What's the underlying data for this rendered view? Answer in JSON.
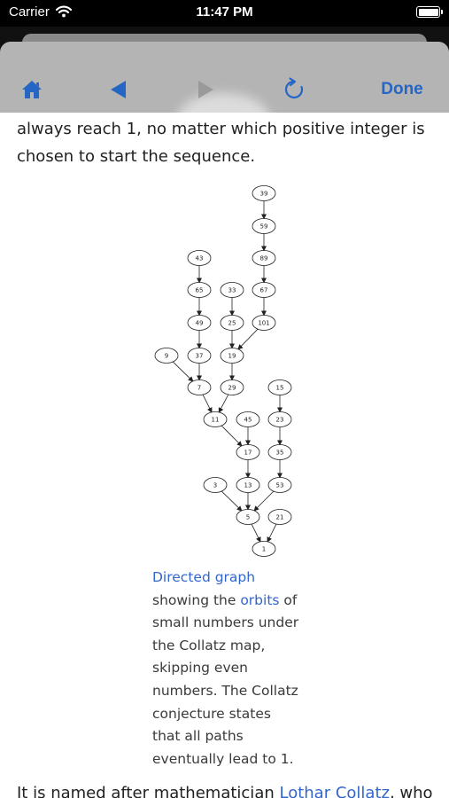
{
  "status_bar": {
    "carrier": "Carrier",
    "time": "11:47 PM",
    "battery_level": 1.0
  },
  "toolbar": {
    "done_label": "Done"
  },
  "article": {
    "intro_line1": "always reach 1, no matter which positive integer is",
    "intro_line2": "chosen to start the sequence.",
    "next_line_start": "It is named after mathematician ",
    "next_line_link": "Lothar Collatz",
    "next_line_end": ", who"
  },
  "figure": {
    "caption": {
      "link1": "Directed graph",
      "text1": "showing the ",
      "link2": "orbits",
      "text2": "of small numbers under the Collatz map, skipping even numbers. The Collatz conjecture states that all paths eventually lead to 1."
    },
    "nodes": [
      "39",
      "59",
      "89",
      "43",
      "67",
      "65",
      "33",
      "101",
      "49",
      "25",
      "9",
      "37",
      "19",
      "7",
      "29",
      "15",
      "11",
      "45",
      "23",
      "17",
      "35",
      "3",
      "13",
      "53",
      "5",
      "21",
      "1"
    ],
    "edges": [
      [
        "39",
        "59"
      ],
      [
        "59",
        "89"
      ],
      [
        "89",
        "67"
      ],
      [
        "67",
        "101"
      ],
      [
        "101",
        "19"
      ],
      [
        "43",
        "65"
      ],
      [
        "65",
        "49"
      ],
      [
        "49",
        "37"
      ],
      [
        "37",
        "7"
      ],
      [
        "33",
        "25"
      ],
      [
        "25",
        "19"
      ],
      [
        "19",
        "29"
      ],
      [
        "9",
        "7"
      ],
      [
        "7",
        "11"
      ],
      [
        "29",
        "11"
      ],
      [
        "11",
        "17"
      ],
      [
        "45",
        "17"
      ],
      [
        "17",
        "13"
      ],
      [
        "15",
        "23"
      ],
      [
        "23",
        "35"
      ],
      [
        "35",
        "53"
      ],
      [
        "3",
        "5"
      ],
      [
        "13",
        "5"
      ],
      [
        "53",
        "5"
      ],
      [
        "5",
        "1"
      ],
      [
        "21",
        "1"
      ]
    ]
  }
}
